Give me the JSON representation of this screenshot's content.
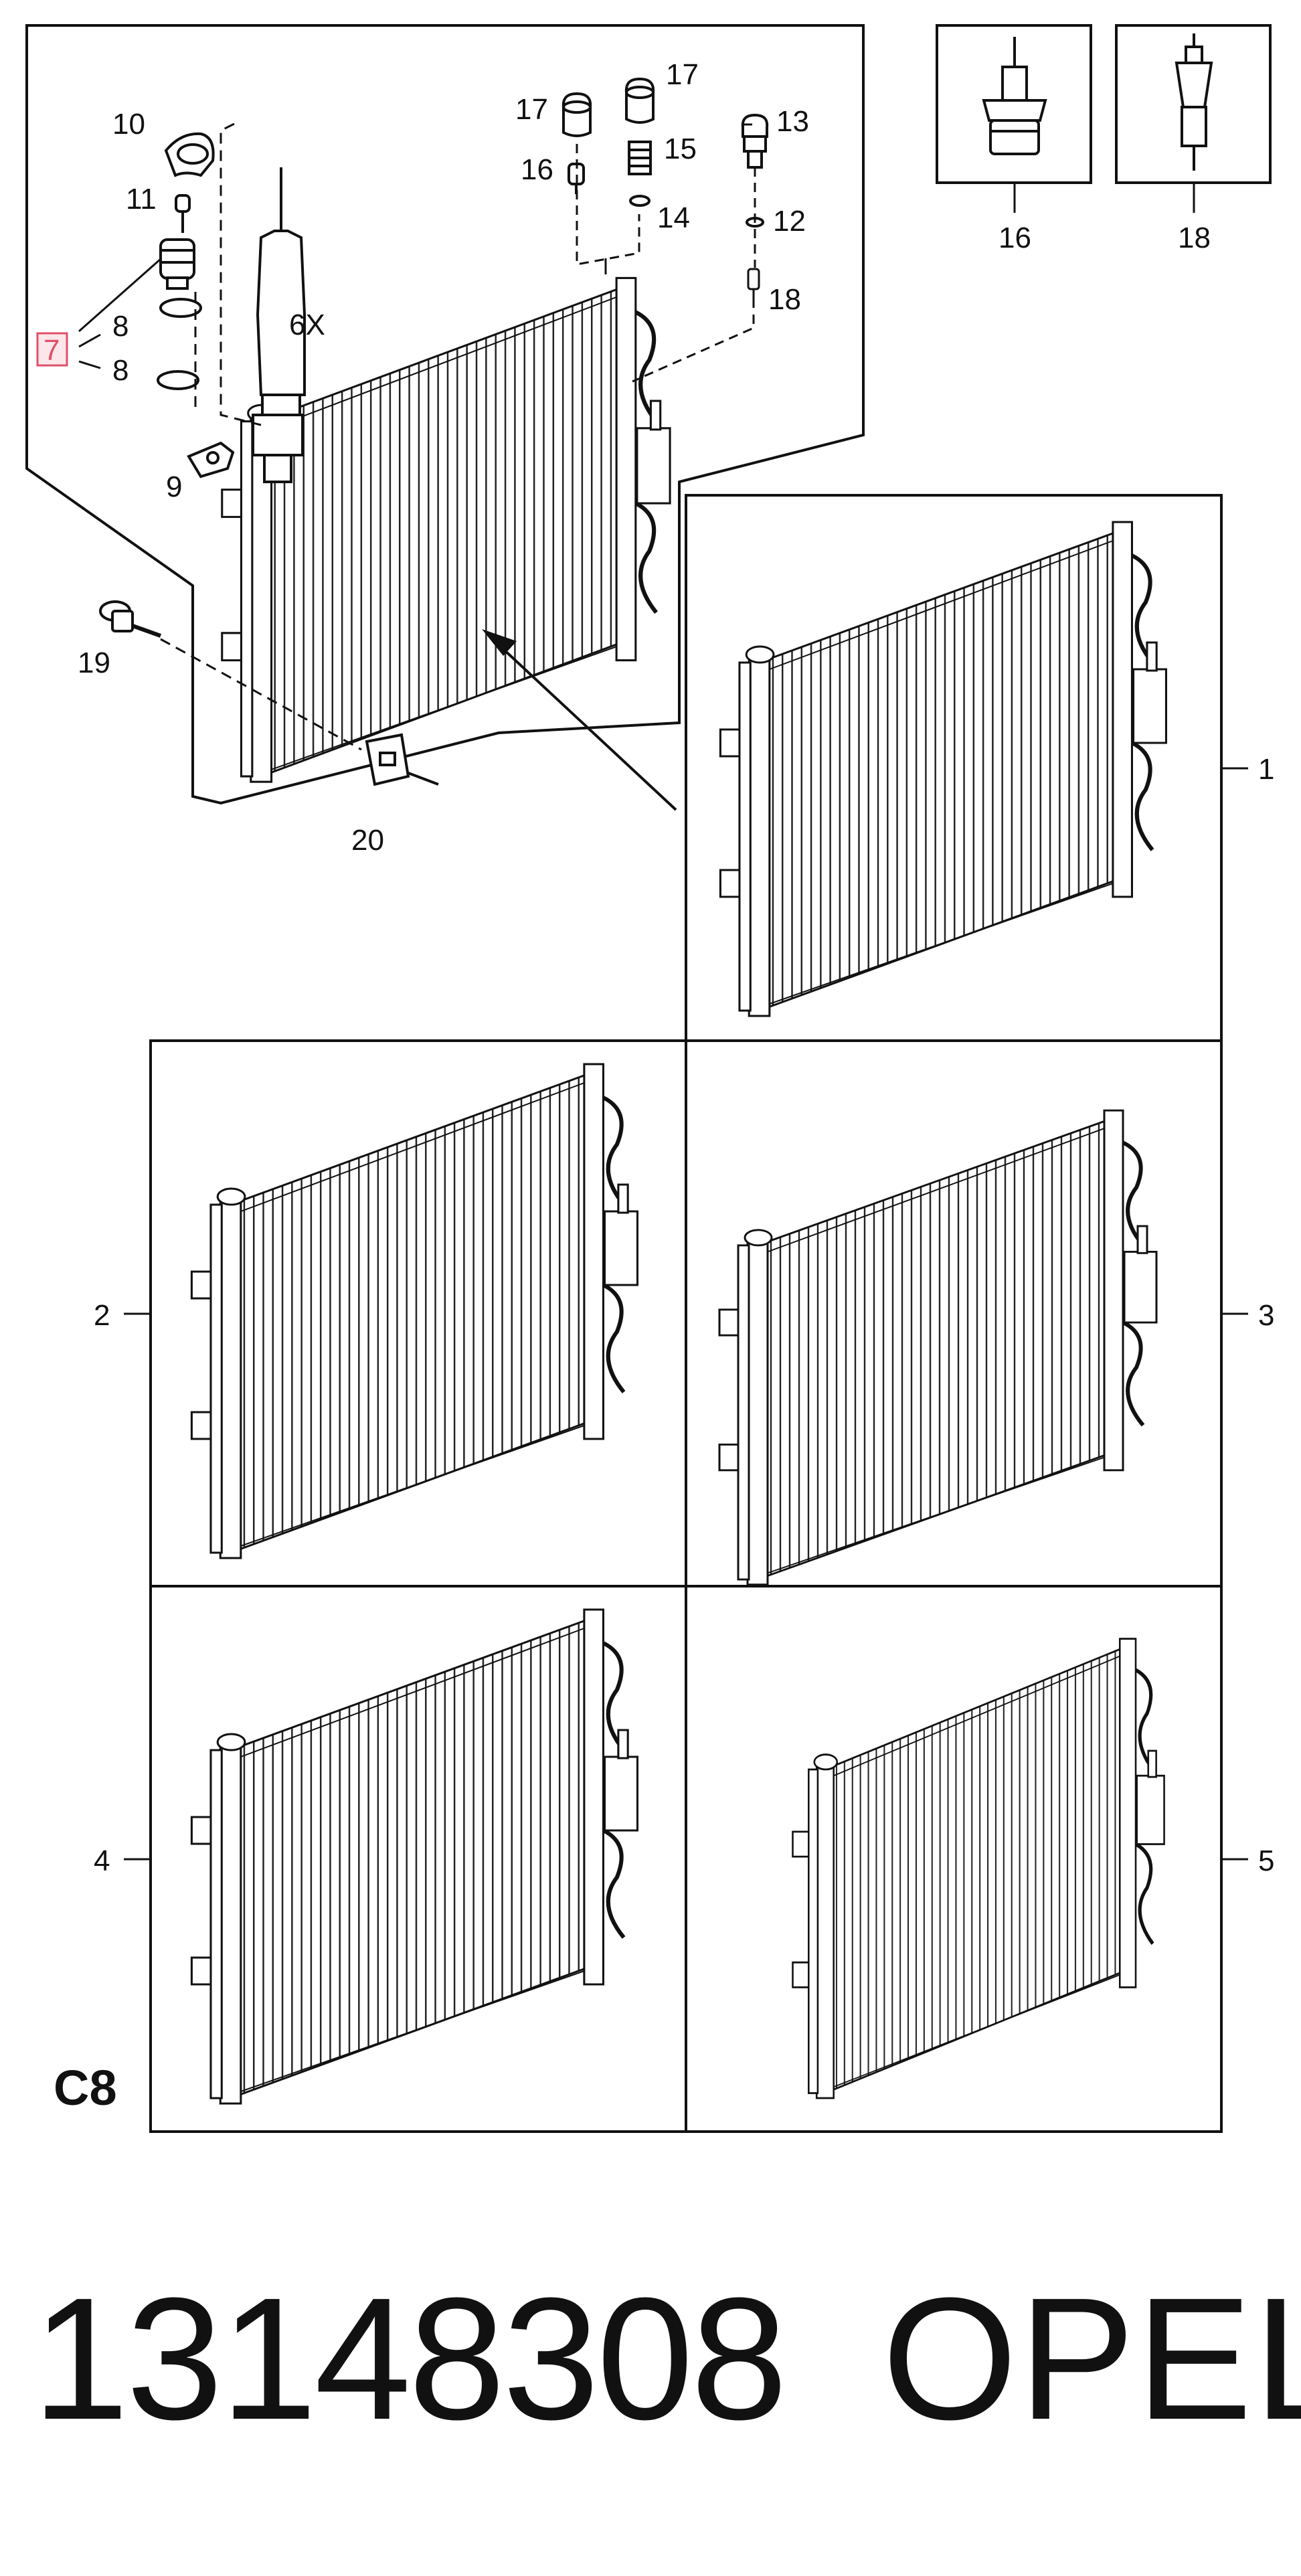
{
  "detail": {
    "callouts": {
      "c10": "10",
      "c11": "11",
      "c7": "7",
      "c8a": "8",
      "c8b": "8",
      "c9": "9",
      "c6x": "6X",
      "c17a": "17",
      "c17b": "17",
      "c16": "16",
      "c15": "15",
      "c14": "14",
      "c13": "13",
      "c12": "12",
      "c18": "18",
      "c19": "19",
      "c20": "20"
    },
    "highlight_color": "#e0506a"
  },
  "insets": {
    "valve_16": "16",
    "valve_18": "18"
  },
  "variants": {
    "v1": "1",
    "v2": "2",
    "v3": "3",
    "v4": "4",
    "v5": "5"
  },
  "section_code": "C8",
  "footer": {
    "part_number": "13148308",
    "brand": "OPEL"
  }
}
